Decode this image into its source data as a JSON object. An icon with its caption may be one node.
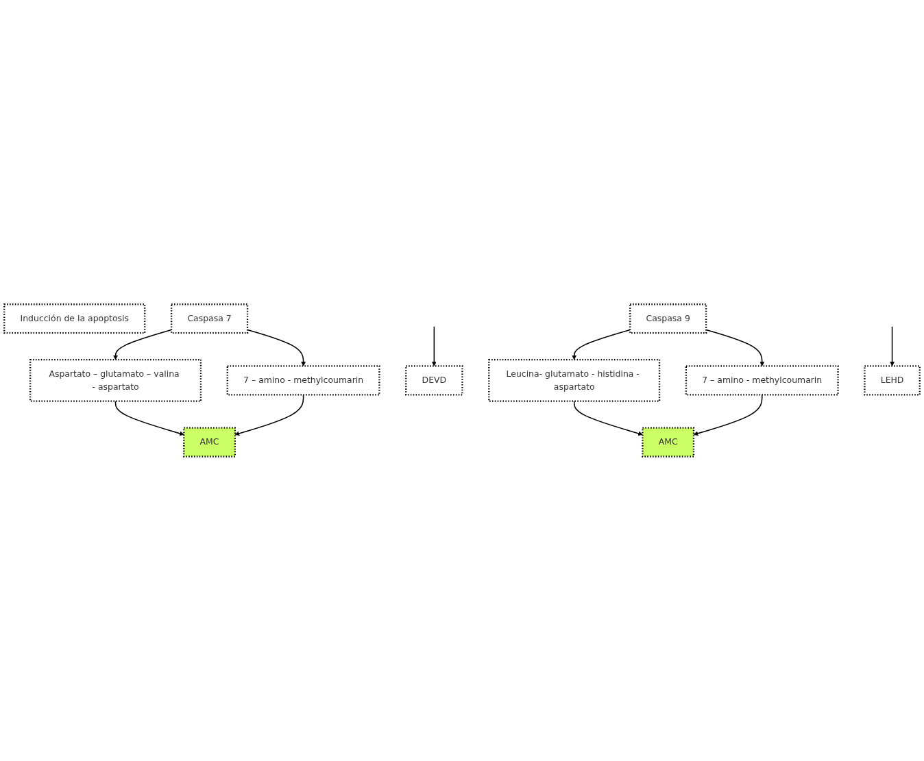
{
  "diagram": {
    "nodes": [
      {
        "text": [
          "Inducción de la apoptosis"
        ]
      },
      {
        "text": [
          "Caspasa 7"
        ]
      },
      {
        "text": [
          "Aspartato – glutamato – valina - aspartato"
        ]
      },
      {
        "text": [
          "7 – amino - methylcoumarin"
        ]
      },
      {
        "text": [
          "DEVD"
        ]
      },
      {
        "text": [
          "AMC"
        ]
      },
      {
        "text": [
          "Caspasa 9"
        ]
      },
      {
        "text": [
          "Leucina- glutamato - histidina - aspartato"
        ]
      },
      {
        "text": [
          "7 – amino - methylcoumarin"
        ]
      },
      {
        "text": [
          "LEHD"
        ]
      },
      {
        "text": [
          "AMC"
        ]
      }
    ],
    "edges": [
      {
        "from": 1,
        "to": 2,
        "arrow": "to"
      },
      {
        "from": 1,
        "to": 3,
        "arrow": "to"
      },
      {
        "from": 2,
        "to": 5,
        "arrow": "to"
      },
      {
        "from": 3,
        "to": 5,
        "arrow": "to"
      },
      {
        "from": null,
        "to": 4,
        "arrow": "to"
      },
      {
        "from": 6,
        "to": 7,
        "arrow": "to"
      },
      {
        "from": 6,
        "to": 8,
        "arrow": "to"
      },
      {
        "from": 7,
        "to": 10,
        "arrow": "to"
      },
      {
        "from": 8,
        "to": 10,
        "arrow": "to"
      },
      {
        "from": null,
        "to": 9,
        "arrow": "to"
      }
    ]
  }
}
